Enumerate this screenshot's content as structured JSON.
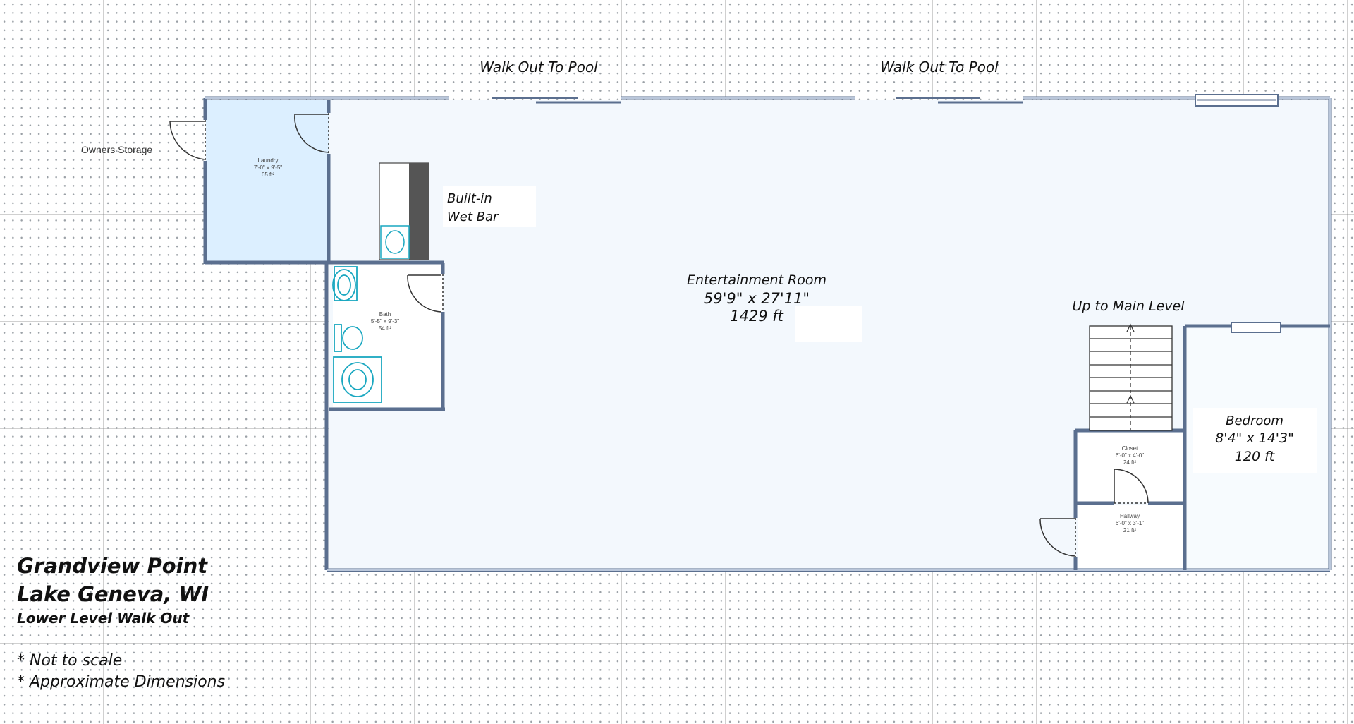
{
  "labels": {
    "walkout_left": "Walk Out To Pool",
    "walkout_right": "Walk Out To Pool",
    "owners_storage": "Owners Storage",
    "wetbar_line1": "Built-in",
    "wetbar_line2": "Wet Bar",
    "stairs": "Up to Main Level"
  },
  "rooms": {
    "laundry": {
      "name": "Laundry",
      "dims": "7'-0\" x 9'-5\"",
      "area": "65 ft²"
    },
    "bath": {
      "name": "Bath",
      "dims": "5'-5\" x 9'-3\"",
      "area": "54 ft²"
    },
    "entertainment": {
      "name": "Entertainment Room",
      "dims": "59'9\" x 27'11\"",
      "area": "1429 ft"
    },
    "bedroom": {
      "name": "Bedroom",
      "dims": "8'4\" x 14'3\"",
      "area": "120 ft"
    },
    "closet": {
      "name": "Closet",
      "dims": "6'-0\" x 4'-0\"",
      "area": "24 ft²"
    },
    "hallway": {
      "name": "Hallway",
      "dims": "6'-0\" x 3'-1\"",
      "area": "21 ft²"
    }
  },
  "title": {
    "line1": "Grandview Point",
    "line2": "Lake Geneva, WI",
    "line3": "Lower Level Walk Out"
  },
  "notes": [
    "* Not to scale",
    "* Approximate Dimensions"
  ],
  "colors": {
    "wall": "#5b6f8f",
    "wall_fill": "#b9c6da",
    "floor": "#f3f8fd",
    "laundry_floor": "#dcefff",
    "fixture": "#19a7c0"
  }
}
